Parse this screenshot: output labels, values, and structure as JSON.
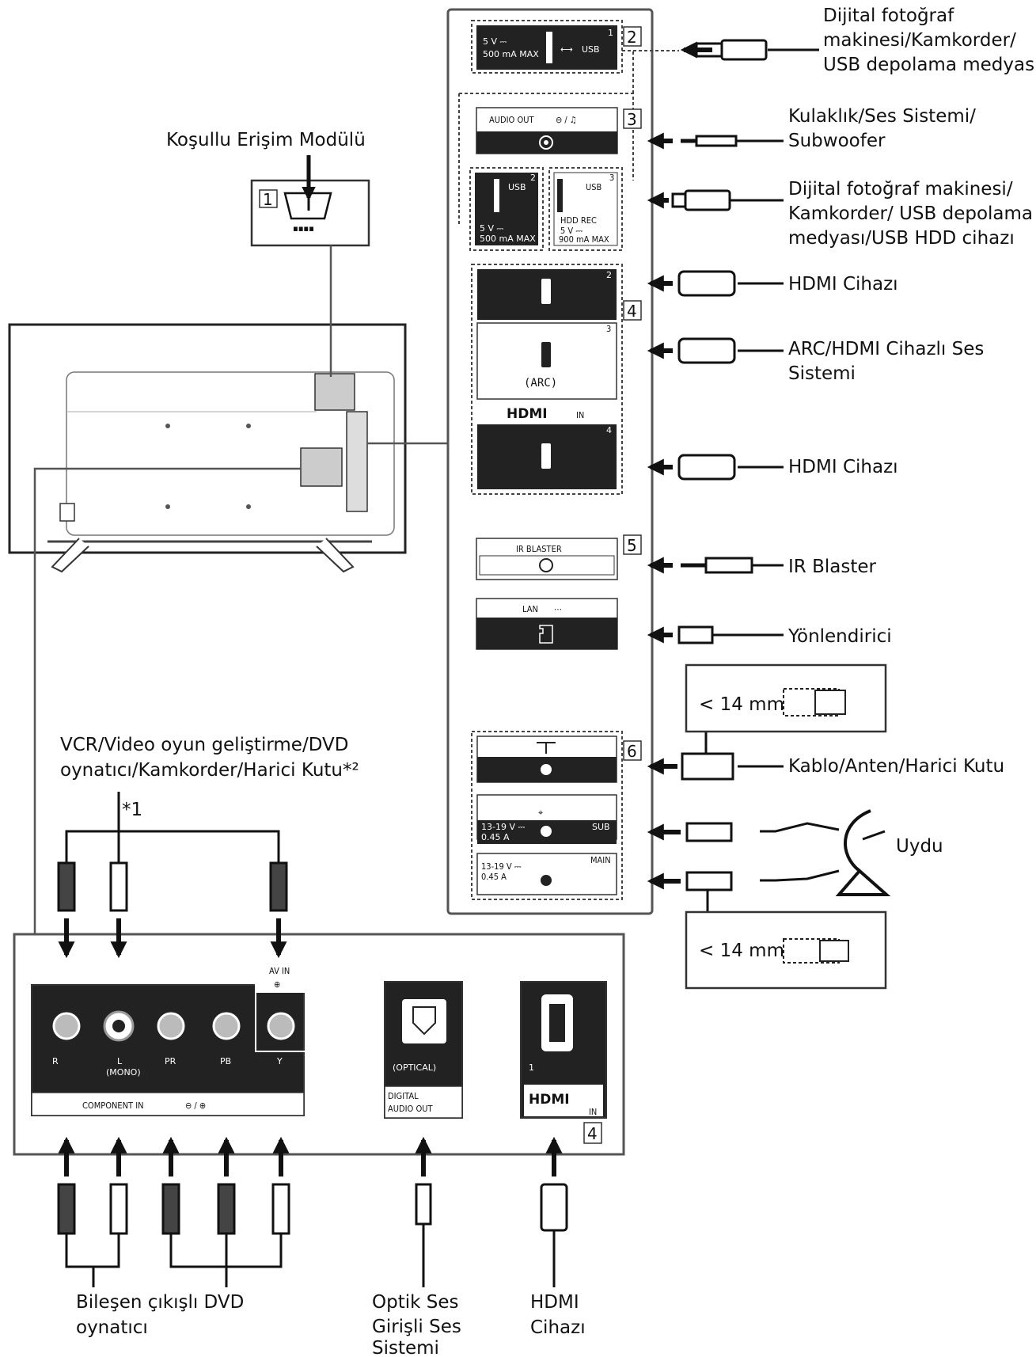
{
  "labels": {
    "cam_module": "Koşullu Erişim Modülü",
    "usb1": [
      "Dijital fotoğraf",
      "makinesi/Kamkorder/",
      "USB depolama medyası"
    ],
    "headphone": [
      "Kulaklık/Ses Sistemi/",
      "Subwoofer"
    ],
    "usb23": [
      "Dijital fotoğraf makinesi/",
      "Kamkorder/ USB depolama",
      "medyası/USB HDD cihazı"
    ],
    "hdmi2": "HDMI Cihazı",
    "arc": [
      "ARC/HDMI Cihazlı Ses",
      "Sistemi"
    ],
    "hdmi4": "HDMI Cihazı",
    "ir": "IR Blaster",
    "router": "Yönlendirici",
    "cable": "Kablo/Anten/Harici Kutu",
    "satellite": "Uydu",
    "mm_top": "< 14 mm",
    "mm_bottom": "< 14 mm",
    "vcr": [
      "VCR/Video oyun geliştirme/DVD",
      "oynatıcı/Kamkorder/Harici Kutu*²"
    ],
    "star1": "*1",
    "component_dvd": [
      "Bileşen çıkışlı DVD",
      "oynatıcı"
    ],
    "optical_sys": [
      "Optik Ses",
      "Girişli Ses",
      "Sistemi"
    ],
    "hdmi_dev": [
      "HDMI",
      "Cihazı"
    ]
  },
  "panel": {
    "usb1_spec": [
      "5 V ⎓",
      "500 mA MAX"
    ],
    "usb_text": "USB",
    "audio_out": "AUDIO OUT",
    "usb2_spec": [
      "5 V ⎓",
      "500 mA MAX"
    ],
    "usb3_rec": "HDD REC",
    "usb3_spec": [
      "5 V ⎓",
      "900 mA MAX"
    ],
    "arc": "(ARC)",
    "hdmi_in": "HDMI",
    "hdmi_in_suffix": "IN",
    "ir_blaster": "IR BLASTER",
    "lan": "LAN",
    "sub": "SUB",
    "main": "MAIN",
    "sat_spec": [
      "13-19 V ⎓",
      "0.45 A"
    ],
    "av_in": "AV IN",
    "component_in": "COMPONENT IN",
    "jack_labels": [
      "R",
      "L",
      "PR",
      "PB",
      "Y"
    ],
    "mono": "(MONO)",
    "optical": "(OPTICAL)",
    "digital_audio_out": [
      "DIGITAL",
      "AUDIO OUT"
    ],
    "hdmi1_in": "IN"
  },
  "numbers": {
    "n1": "1",
    "n2": "2",
    "n3": "3",
    "n4": "4",
    "n5": "5",
    "n6": "6",
    "n4b": "4",
    "p_usb1": "1",
    "p_usb2": "2",
    "p_usb3": "3",
    "p_h2": "2",
    "p_h3": "3",
    "p_h4": "4",
    "p_h1": "1"
  }
}
